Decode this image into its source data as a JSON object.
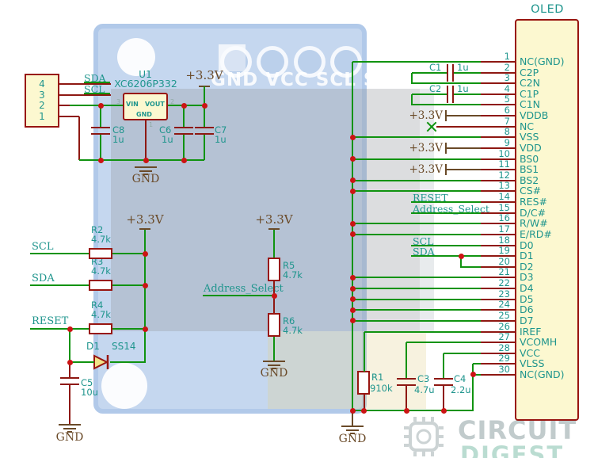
{
  "colors": {
    "wire_green": "#109310",
    "wire_maroon": "#8e1812",
    "wire_brown": "#6a4a28",
    "junction_red": "#cc1414",
    "component_outline": "#981510",
    "symbol_fill": "#fcf8d0",
    "label_teal": "#1f958d"
  },
  "module_silkscreen": "GND VCC SCL SDA",
  "watermark": {
    "brand_line1": "CIRCUIT",
    "brand_line2": "DIGEST"
  },
  "power": {
    "v33": "+3.3V",
    "gnd": "GND"
  },
  "nets": {
    "sda": "SDA",
    "scl": "SCL",
    "reset": "RESET",
    "address_select": "Address_Select"
  },
  "input_connector": {
    "pins": [
      "4",
      "3",
      "2",
      "1"
    ]
  },
  "regulator": {
    "ref": "U1",
    "part": "XC6206P332",
    "pins": {
      "vin": "VIN",
      "vout": "VOUT",
      "gnd": "GND"
    },
    "pin_numbers": {
      "vin": "3",
      "vout": "2",
      "gnd": "1"
    }
  },
  "components": {
    "C1": {
      "ref": "C1",
      "value": "1u"
    },
    "C2": {
      "ref": "C2",
      "value": "1u"
    },
    "C3": {
      "ref": "C3",
      "value": "4.7u"
    },
    "C4": {
      "ref": "C4",
      "value": "2.2u"
    },
    "C5": {
      "ref": "C5",
      "value": "10u"
    },
    "C6": {
      "ref": "C6",
      "value": "1u"
    },
    "C7": {
      "ref": "C7",
      "value": "1u"
    },
    "C8": {
      "ref": "C8",
      "value": "1u"
    },
    "R1": {
      "ref": "R1",
      "value": "910k"
    },
    "R2": {
      "ref": "R2",
      "value": "4.7k"
    },
    "R3": {
      "ref": "R3",
      "value": "4.7k"
    },
    "R4": {
      "ref": "R4",
      "value": "4.7k"
    },
    "R5": {
      "ref": "R5",
      "value": "4.7k"
    },
    "R6": {
      "ref": "R6",
      "value": "4.7k"
    },
    "D1": {
      "ref": "D1",
      "value": "SS14"
    }
  },
  "oled_connector": {
    "title": "OLED",
    "pins": [
      {
        "num": "1",
        "name": "NC(GND)"
      },
      {
        "num": "2",
        "name": "C2P"
      },
      {
        "num": "3",
        "name": "C2N"
      },
      {
        "num": "4",
        "name": "C1P"
      },
      {
        "num": "5",
        "name": "C1N"
      },
      {
        "num": "6",
        "name": "VDDB"
      },
      {
        "num": "7",
        "name": "NC"
      },
      {
        "num": "8",
        "name": "VSS"
      },
      {
        "num": "9",
        "name": "VDD"
      },
      {
        "num": "10",
        "name": "BS0"
      },
      {
        "num": "11",
        "name": "BS1"
      },
      {
        "num": "12",
        "name": "BS2"
      },
      {
        "num": "13",
        "name": "CS#"
      },
      {
        "num": "14",
        "name": "RES#"
      },
      {
        "num": "15",
        "name": "D/C#"
      },
      {
        "num": "16",
        "name": "R/W#"
      },
      {
        "num": "17",
        "name": "E/RD#"
      },
      {
        "num": "18",
        "name": "D0"
      },
      {
        "num": "19",
        "name": "D1"
      },
      {
        "num": "20",
        "name": "D2"
      },
      {
        "num": "21",
        "name": "D3"
      },
      {
        "num": "22",
        "name": "D4"
      },
      {
        "num": "23",
        "name": "D5"
      },
      {
        "num": "24",
        "name": "D6"
      },
      {
        "num": "25",
        "name": "D7"
      },
      {
        "num": "26",
        "name": "IREF"
      },
      {
        "num": "27",
        "name": "VCOMH"
      },
      {
        "num": "28",
        "name": "VCC"
      },
      {
        "num": "29",
        "name": "VLSS"
      },
      {
        "num": "30",
        "name": "NC(GND)"
      }
    ]
  }
}
